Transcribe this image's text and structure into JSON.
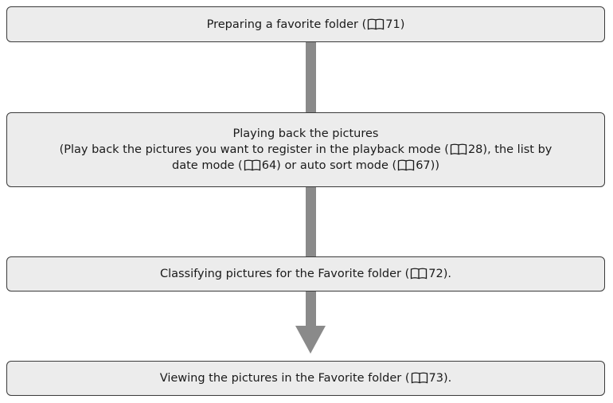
{
  "steps": [
    {
      "title": "Preparing a favorite folder (",
      "page_ref": "71",
      "suffix": ")"
    },
    {
      "title": "Playing back the pictures",
      "desc_part1": "(Play back the pictures you want to register in the playback mode (",
      "ref1": "28",
      "desc_part2": "), the list by",
      "desc_part3": "date mode (",
      "ref2": "64",
      "desc_part4": ") or auto sort mode (",
      "ref3": "67",
      "desc_part5": "))"
    },
    {
      "title": "Classifying pictures for the Favorite folder (",
      "page_ref": "72",
      "suffix": ")."
    },
    {
      "title": "Viewing the pictures in the Favorite folder (",
      "page_ref": "73",
      "suffix": ")."
    }
  ],
  "colors": {
    "box_fill": "#ececec",
    "box_border": "#3a3a3a",
    "connector": "#8a8a8a"
  },
  "icons": {
    "page_reference": "book-icon"
  }
}
